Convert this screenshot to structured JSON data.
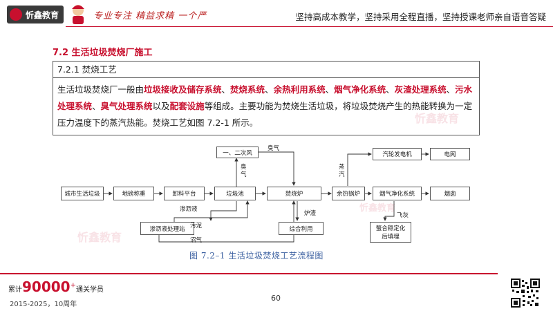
{
  "header": {
    "logo_text": "忻鑫教育",
    "slogan_script": "专业专注  精益求精  一个严",
    "slogan_right": "坚持高成本教学，坚持采用全程直播，坚持授课老师亲自语音答疑"
  },
  "section": {
    "title": "7.2 生活垃圾焚烧厂施工",
    "subtitle": "7.2.1 焚烧工艺",
    "body": [
      {
        "t": "生活垃圾焚烧厂一般由",
        "h": false
      },
      {
        "t": "垃圾接收及储存系统",
        "h": true
      },
      {
        "t": "、",
        "h": false
      },
      {
        "t": "焚烧系统",
        "h": true
      },
      {
        "t": "、",
        "h": false
      },
      {
        "t": "余热利用系统",
        "h": true
      },
      {
        "t": "、",
        "h": false
      },
      {
        "t": "烟气净化系统",
        "h": true
      },
      {
        "t": "、",
        "h": false
      },
      {
        "t": "灰渣处理系统",
        "h": true
      },
      {
        "t": "、",
        "h": false
      },
      {
        "t": "污水处理系统",
        "h": true
      },
      {
        "t": "、",
        "h": false
      },
      {
        "t": "臭气处理系统",
        "h": true
      },
      {
        "t": "以及",
        "h": false
      },
      {
        "t": "配套设施",
        "h": true
      },
      {
        "t": "等组成。主要功能为焚烧生活垃圾，将垃圾焚烧产生的热能转换为一定压力温度下的蒸汽热能。焚烧工艺如图 7.2-1 所示。",
        "h": false
      }
    ]
  },
  "diagram": {
    "nodes": {
      "waste": "城市生活垃圾",
      "scale": "地磅称重",
      "unload": "卸料平台",
      "pit": "垃圾池",
      "incinerator": "焚烧炉",
      "boiler": "余热锅炉",
      "fgt": "烟气净化系统",
      "chimney": "烟囱",
      "air": "一、二次风",
      "turbine": "汽轮发电机",
      "grid": "电网",
      "leachate_station": "渗沥液处理站",
      "reuse": "综合利用",
      "fly_ash_fill": "螯合稳定化后填埋"
    },
    "labels": {
      "odor_top": "臭气",
      "odor_side": "臭气",
      "steam": "蒸汽",
      "leachate": "渗沥液",
      "sludge": "污泥",
      "biogas": "沼气",
      "slag": "炉渣",
      "fly_ash": "飞灰"
    },
    "caption": "图 7.2–1    生活垃圾焚烧工艺流程图"
  },
  "watermark": "忻鑫教育",
  "footer": {
    "stat_prefix": "累计",
    "stat_number": "90000",
    "stat_plus": "+",
    "stat_suffix": "通关学员",
    "years": "2015-2025，10周年",
    "page_number": "60"
  },
  "colors": {
    "brand": "#c8102e",
    "caption": "#3a5fa0"
  }
}
